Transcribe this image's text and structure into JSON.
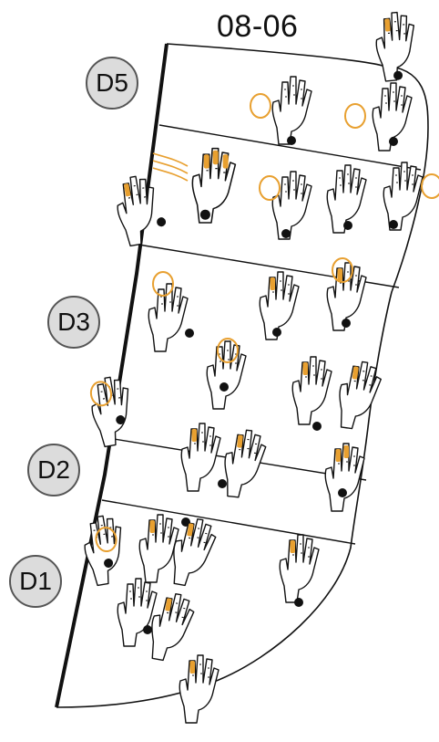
{
  "title": "08-06",
  "sections": [
    {
      "label": "D5"
    },
    {
      "label": "D3"
    },
    {
      "label": "D2"
    },
    {
      "label": "D1"
    }
  ],
  "colors": {
    "highlight": "#E8A030",
    "line": "#111111",
    "badge_fill": "#DCDCDC",
    "badge_stroke": "#555555"
  },
  "icons": [
    "hand-icon",
    "orange-circle-marker",
    "black-dot-marker",
    "wave-lines-icon"
  ]
}
